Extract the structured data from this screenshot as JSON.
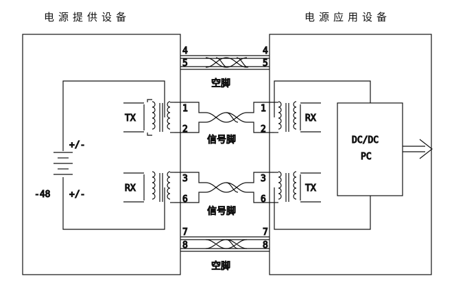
{
  "header": {
    "left": "电源提供设备",
    "right": "电源应用设备"
  },
  "pairs": [
    {
      "top_pin": "4",
      "bottom_pin": "5",
      "label": "空脚"
    },
    {
      "top_pin": "1",
      "bottom_pin": "2",
      "label": "信号脚"
    },
    {
      "top_pin": "3",
      "bottom_pin": "6",
      "label": "信号脚"
    },
    {
      "top_pin": "7",
      "bottom_pin": "8",
      "label": "空脚"
    }
  ],
  "left_device": {
    "tx": "TX",
    "rx": "RX",
    "supply_plus": "+/-",
    "supply_minus": "+/-",
    "supply_voltage": "-48"
  },
  "right_device": {
    "rx": "RX",
    "tx": "TX",
    "converter_line1": "DC/DC",
    "converter_line2": "PC"
  }
}
